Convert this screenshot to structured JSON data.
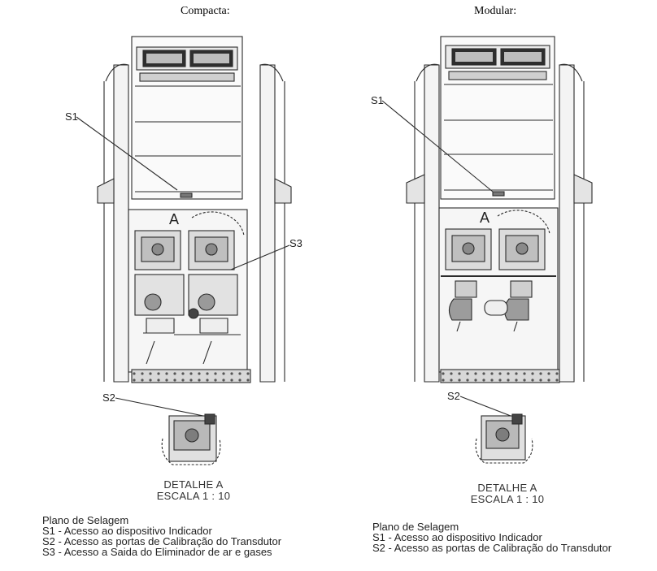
{
  "compacta": {
    "title": "Compacta:",
    "callouts": {
      "s1": "S1",
      "s2": "S2",
      "s3": "S3",
      "a": "A"
    },
    "detail": {
      "name": "DETALHE A",
      "scale": "ESCALA 1 : 10"
    },
    "legend": {
      "heading": "Plano de Selagem",
      "items": [
        "S1 - Acesso ao dispositivo Indicador",
        "S2 - Acesso as portas de Calibração do Transdutor",
        "S3 - Acesso a Saida do Eliminador de ar e gases"
      ]
    }
  },
  "modular": {
    "title": "Modular:",
    "callouts": {
      "s1": "S1",
      "s2": "S2",
      "a": "A"
    },
    "detail": {
      "name": "DETALHE A",
      "scale": "ESCALA 1 : 10"
    },
    "legend": {
      "heading": "Plano de Selagem",
      "items": [
        "S1 - Acesso ao dispositivo Indicador",
        "S2 - Acesso as portas de Calibração do Transdutor"
      ]
    }
  },
  "colors": {
    "line": "#2b2b2b",
    "fill": "#ececec",
    "dark": "#555555"
  }
}
